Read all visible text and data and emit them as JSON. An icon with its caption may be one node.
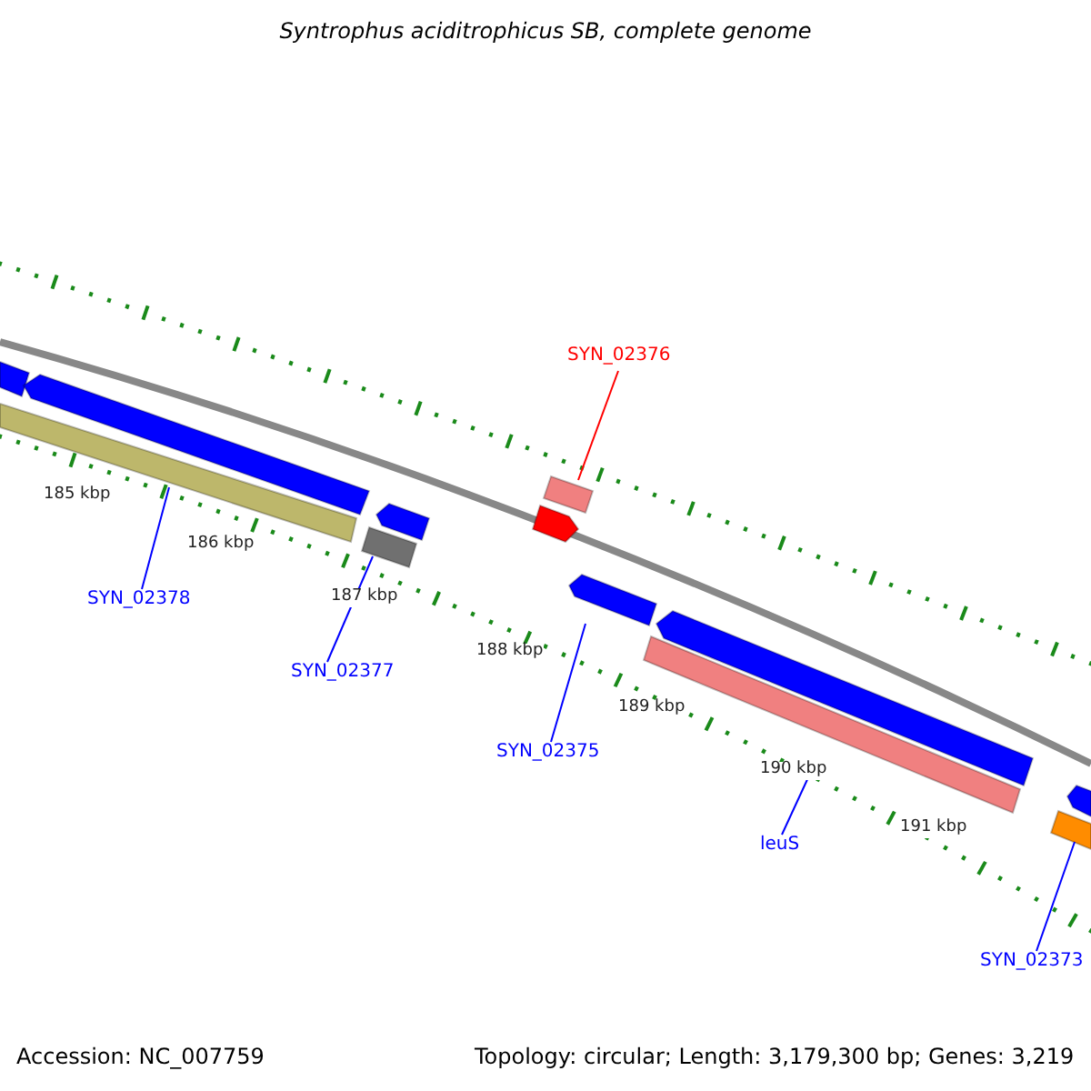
{
  "diagram": {
    "title": "Syntrophus aciditrophicus SB, complete genome",
    "nodes": [
      {
        "text": [
          "SYN_02376"
        ]
      },
      {
        "text": [],
        "shape": "bar"
      },
      {
        "text": [
          "SYN_02378"
        ]
      },
      {
        "text": [],
        "shape": "bar"
      },
      {
        "text": [
          "SYN_02377"
        ]
      },
      {
        "text": [],
        "shape": "bar"
      },
      {
        "text": [
          "SYN_02375"
        ]
      },
      {
        "text": [],
        "shape": "bar"
      },
      {
        "text": [
          "leuS"
        ]
      },
      {
        "text": [],
        "shape": "bar"
      },
      {
        "text": [
          "SYN_02373"
        ]
      },
      {
        "text": [],
        "shape": "bar"
      }
    ],
    "edges": [
      {
        "from": 0,
        "to": 1,
        "arrow": "none",
        "color": "#ff0000"
      },
      {
        "from": 2,
        "to": 3,
        "arrow": "none"
      },
      {
        "from": 4,
        "to": 5,
        "arrow": "none"
      },
      {
        "from": 6,
        "to": 7,
        "arrow": "none"
      },
      {
        "from": 8,
        "to": 9,
        "arrow": "none"
      },
      {
        "from": 10,
        "to": 11,
        "arrow": "none"
      }
    ],
    "labels": [
      "185 kbp",
      "186 kbp",
      "187 kbp",
      "188 kbp",
      "189 kbp",
      "190 kbp",
      "191 kbp",
      "Accession: NC_007759",
      "Topology: circular; Length: 3,179,300 bp; Genes: 3,219"
    ]
  }
}
